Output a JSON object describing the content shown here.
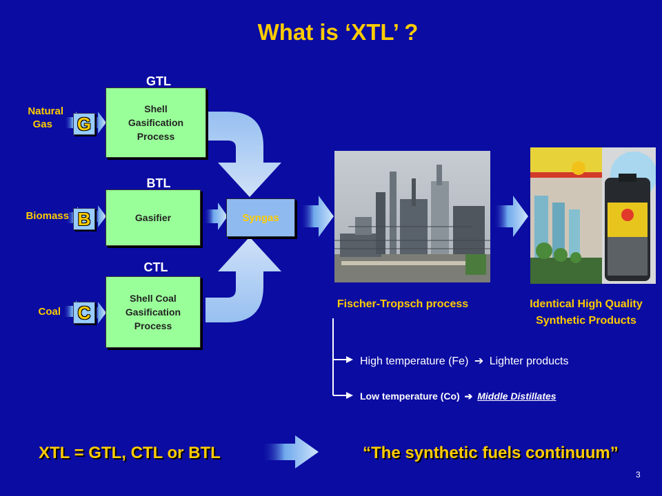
{
  "title": "What is ‘XTL’ ?",
  "routes": [
    {
      "label": "GTL",
      "feed": "Natural Gas",
      "feed_line1": "Natural",
      "feed_line2": "Gas",
      "letter": "G",
      "process_lines": [
        "Shell",
        "Gasification",
        "Process"
      ]
    },
    {
      "label": "BTL",
      "feed": "Biomass",
      "letter": "B",
      "process_lines": [
        "Gasifier"
      ]
    },
    {
      "label": "CTL",
      "feed": "Coal",
      "letter": "C",
      "process_lines": [
        "Shell Coal",
        "Gasification",
        "Process"
      ]
    }
  ],
  "syngas": "Syngas",
  "ft_caption": "Fischer-Tropsch process",
  "products_caption_line1": "Identical High Quality",
  "products_caption_line2": "Synthetic Products",
  "ft_branches": {
    "high_prefix": "High temperature (Fe)",
    "high_arrow": "",
    "high_suffix": "Lighter products",
    "low_prefix": "Low temperature (Co)",
    "low_arrow": "",
    "low_suffix": "Middle Distillates"
  },
  "bottom_left": "XTL = GTL, CTL or BTL",
  "bottom_right": "“The synthetic fuels continuum”",
  "page_number": "3",
  "colors": {
    "background": "#0b0ca2",
    "accent_yellow": "#ffcc00",
    "process_green": "#99ff99",
    "arrow_blue": "#8fc4f4"
  }
}
